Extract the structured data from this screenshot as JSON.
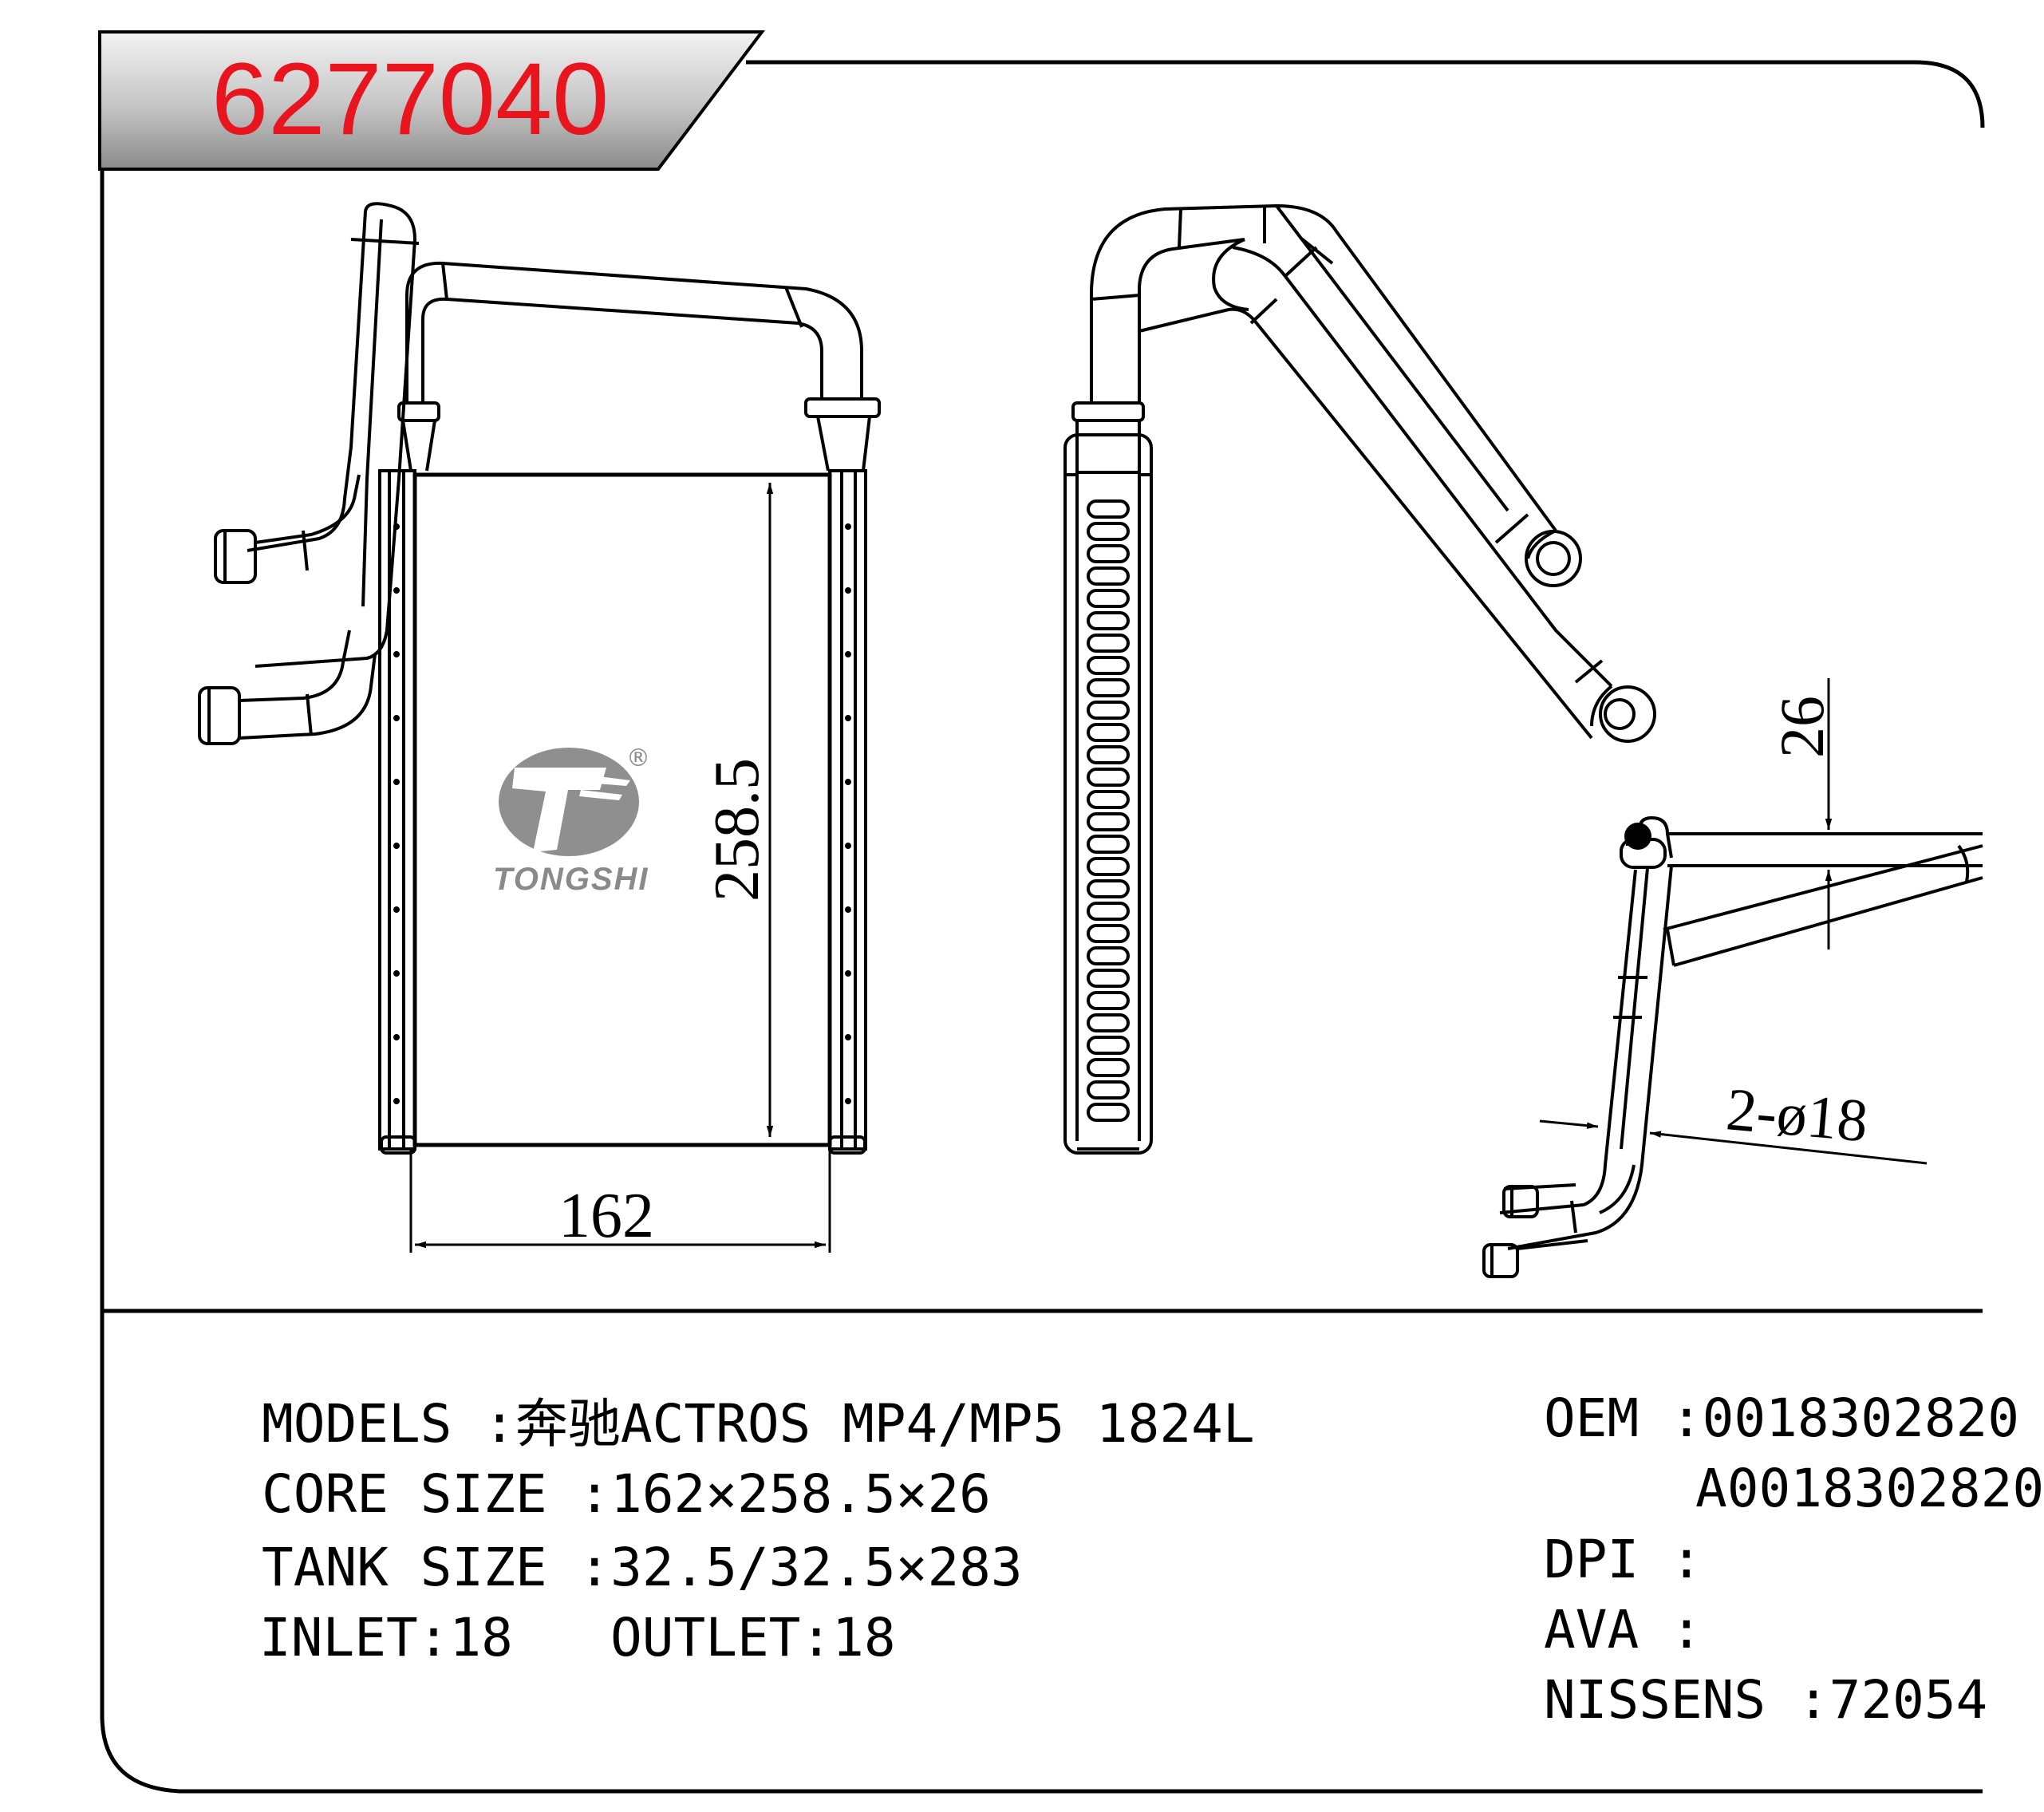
{
  "header": {
    "part_number": "6277040",
    "colors": {
      "part_number": "#e8141e",
      "banner_fill": "#d9d9d9"
    }
  },
  "logo": {
    "brand": "TONGSHI",
    "mark": "®",
    "icon": "tongshi-logo-icon"
  },
  "drawing": {
    "width_dim": "162",
    "height_dim": "258.5",
    "thickness_dim": "26",
    "pipe_dim": "2-ø18"
  },
  "specs": {
    "models": "MODELS :奔驰ACTROS MP4/MP5 1824L",
    "core_size": "CORE SIZE :162×258.5×26",
    "tank_size": "TANK SIZE :32.5/32.5×283",
    "inlet": "INLET:18",
    "outlet": "OUTLET:18"
  },
  "refs": {
    "oem": "OEM :0018302820",
    "oem_2": "A0018302820",
    "dpi": "DPI :",
    "ava": "AVA :",
    "nissens": "NISSENS :72054"
  }
}
